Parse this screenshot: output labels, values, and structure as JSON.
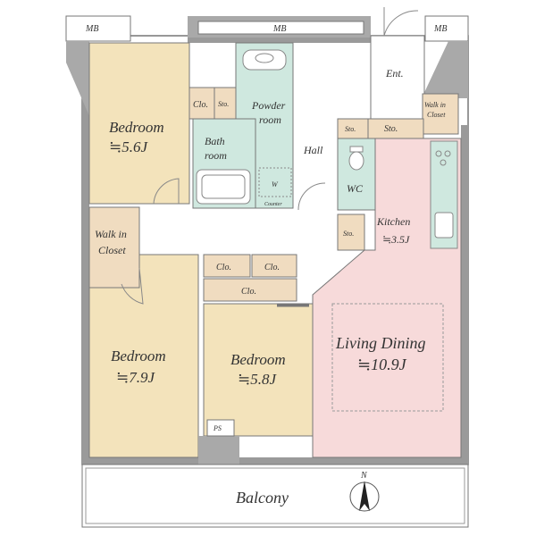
{
  "colors": {
    "bedroom": "#f3e3bb",
    "wet": "#cfe8df",
    "living": "#f7dada",
    "closet": "#f0dcc0",
    "wall": "#9a9a9a",
    "shaft": "#a9a9a9",
    "outline": "#777777"
  },
  "labels": {
    "mb_left": "MB",
    "mb_top": "MB",
    "mb_right": "MB",
    "ent": "Ent.",
    "walkin_top": "Walk in",
    "closet_top": "Closet",
    "bed1_name": "Bedroom",
    "bed1_size": "≒5.6J",
    "clo1": "Clo.",
    "sto1": "Sto.",
    "powder_1": "Powder",
    "powder_2": "room",
    "bath_1": "Bath",
    "bath_2": "room",
    "w_mark": "W",
    "counter": "Counter",
    "sto_upper_left": "Sto.",
    "sto_upper_right": "Sto.",
    "hall": "Hall",
    "wc": "WC",
    "sto_wc": "Sto.",
    "kitchen_name": "Kitchen",
    "kitchen_size": "≒3.5J",
    "walkin_left_1": "Walk in",
    "walkin_left_2": "Closet",
    "clo_a": "Clo.",
    "clo_b": "Clo.",
    "clo_c": "Clo.",
    "bed2_name": "Bedroom",
    "bed2_size": "≒7.9J",
    "bed3_name": "Bedroom",
    "bed3_size": "≒5.8J",
    "living_name": "Living Dining",
    "living_size": "≒10.9J",
    "ps": "PS",
    "balcony": "Balcony",
    "north": "N"
  }
}
